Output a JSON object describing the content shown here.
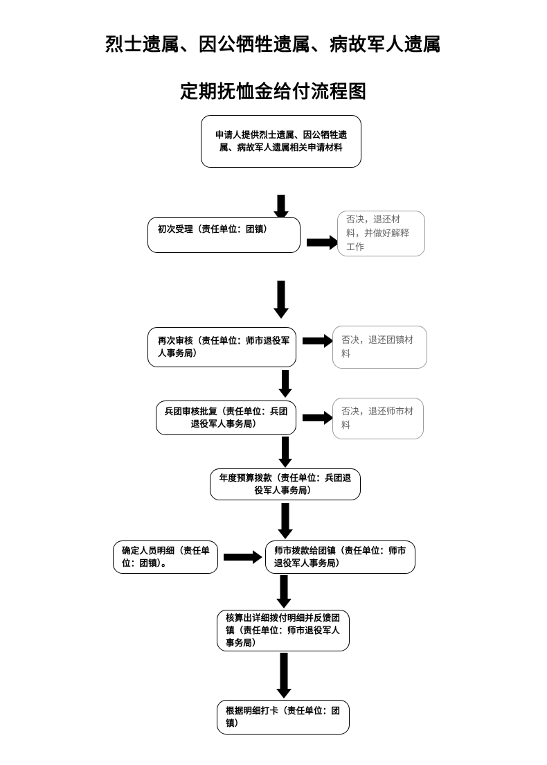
{
  "document": {
    "title_line_1": "烈士遗属、因公牺牲遗属、病故军人遗属",
    "title_line_2": "定期抚恤金给付流程图"
  },
  "colors": {
    "node_border": "#000000",
    "node_text": "#000000",
    "reject_border": "#9b9b9b",
    "reject_text": "#636363",
    "arrow": "#000000",
    "background": "#ffffff"
  },
  "flowchart": {
    "type": "flowchart",
    "orientation": "top-to-bottom",
    "nodes": [
      {
        "id": "apply",
        "label": "申请人提供烈士遗属、因公牺牲遗属、病故军人遗属相关申请材料",
        "kind": "process",
        "style": "bold-black"
      },
      {
        "id": "first-accept",
        "label": "初次受理（责任单位：团镇）",
        "kind": "process",
        "style": "bold-black"
      },
      {
        "id": "reject-1",
        "label": "否决，退还材料，并做好解释工作",
        "kind": "reject",
        "style": "gray-serif"
      },
      {
        "id": "second-review",
        "label": "再次审核（责任单位：师市退役军人事务局）",
        "kind": "process",
        "style": "bold-black"
      },
      {
        "id": "reject-2",
        "label": "否决，退还团镇材料",
        "kind": "reject",
        "style": "gray-serif"
      },
      {
        "id": "corps-approve",
        "label": "兵团审核批复（责任单位：兵团退役军人事务局）",
        "kind": "process",
        "style": "bold-black"
      },
      {
        "id": "reject-3",
        "label": "否决，退还师市材料",
        "kind": "reject",
        "style": "gray-serif"
      },
      {
        "id": "annual-budget",
        "label": "年度预算拨款（责任单位：兵团退役军人事务局）",
        "kind": "process",
        "style": "bold-black"
      },
      {
        "id": "confirm-roster",
        "label": "确定人员明细（责任单位：团镇）。",
        "kind": "process",
        "style": "bold-black"
      },
      {
        "id": "city-allocate",
        "label": "师市拨款给团镇（责任单位：师市退役军人事务局）",
        "kind": "process",
        "style": "bold-black"
      },
      {
        "id": "detail-feedback",
        "label": "核算出详细拨付明细并反馈团镇（责任单位：师市退役军人事务局）",
        "kind": "process",
        "style": "bold-black"
      },
      {
        "id": "card-payout",
        "label": "根据明细打卡（责任单位：团镇）",
        "kind": "process",
        "style": "bold-black"
      }
    ],
    "edges": [
      {
        "from": "apply",
        "to": "first-accept",
        "direction": "down"
      },
      {
        "from": "first-accept",
        "to": "reject-1",
        "direction": "right"
      },
      {
        "from": "first-accept",
        "to": "second-review",
        "direction": "down"
      },
      {
        "from": "second-review",
        "to": "reject-2",
        "direction": "right"
      },
      {
        "from": "second-review",
        "to": "corps-approve",
        "direction": "down"
      },
      {
        "from": "corps-approve",
        "to": "reject-3",
        "direction": "right"
      },
      {
        "from": "corps-approve",
        "to": "annual-budget",
        "direction": "down"
      },
      {
        "from": "annual-budget",
        "to": "city-allocate",
        "direction": "down"
      },
      {
        "from": "confirm-roster",
        "to": "city-allocate",
        "direction": "right"
      },
      {
        "from": "city-allocate",
        "to": "detail-feedback",
        "direction": "down"
      },
      {
        "from": "detail-feedback",
        "to": "card-payout",
        "direction": "down"
      }
    ]
  }
}
